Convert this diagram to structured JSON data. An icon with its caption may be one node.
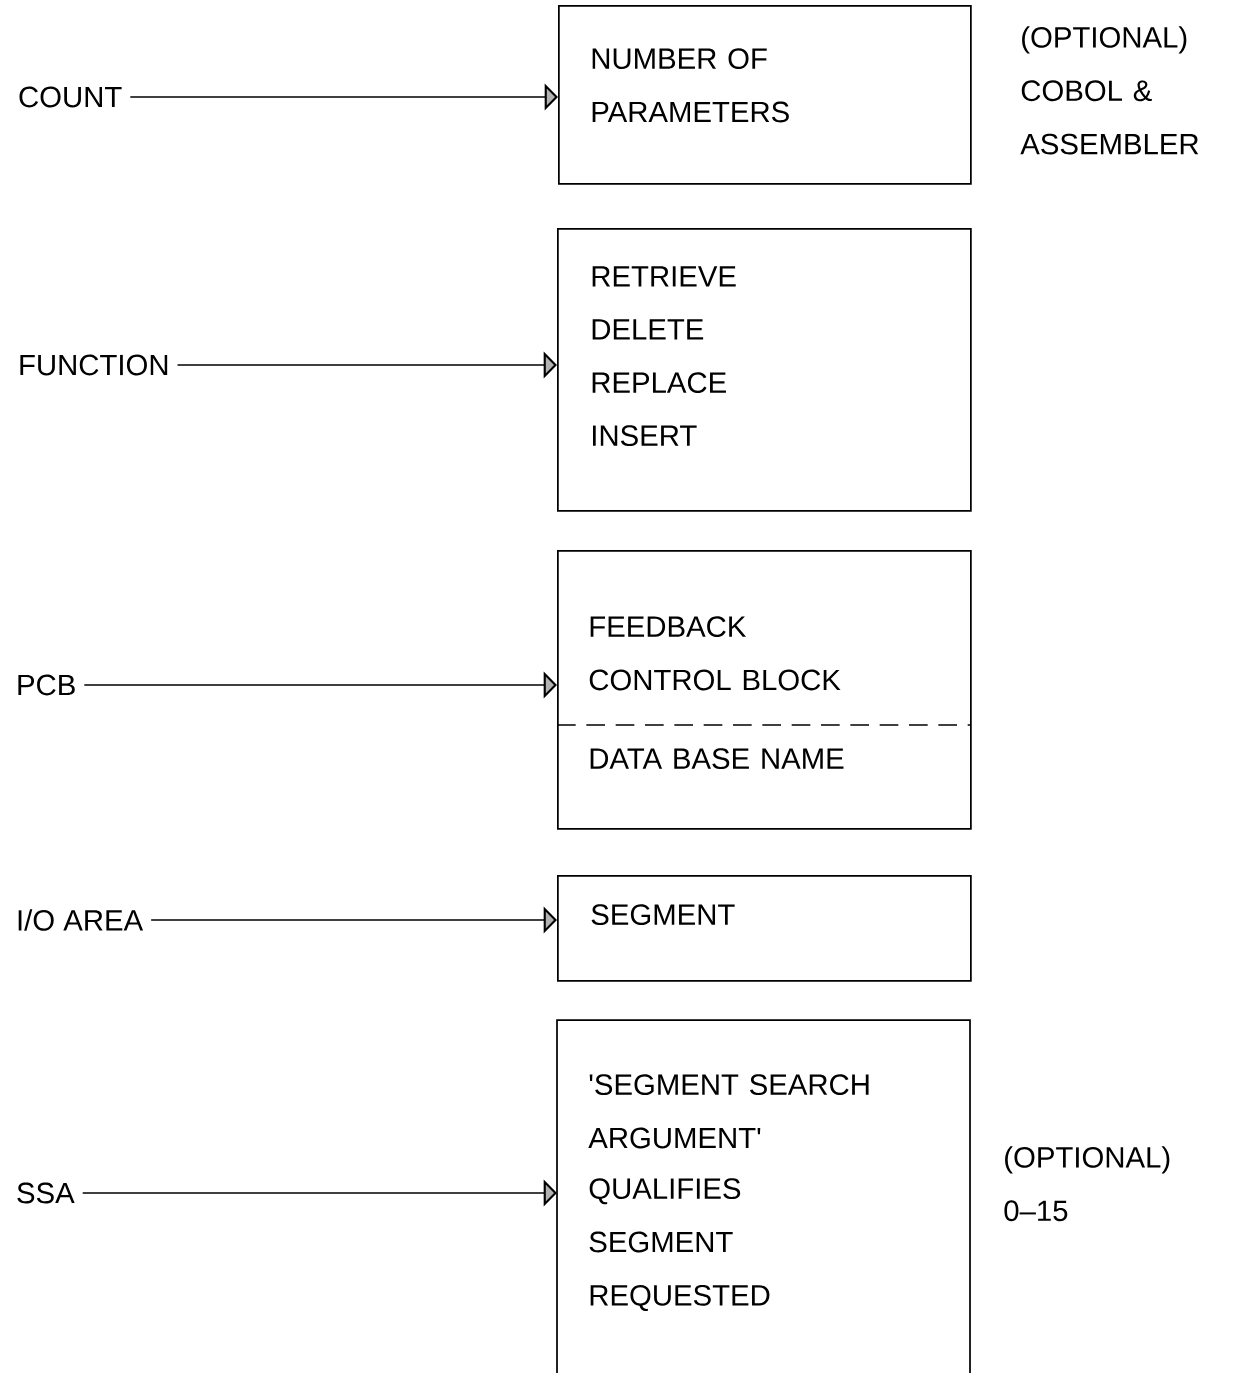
{
  "diagram": {
    "nodes": [
      {
        "text": [
          "COUNT"
        ]
      },
      {
        "text": [
          "NUMBER OF PARAMETERS"
        ],
        "beside": [
          "(OPTIONAL) COBOL & ASSEMBLER"
        ]
      },
      {
        "text": [
          "FUNCTION"
        ]
      },
      {
        "text": [
          "RETRIEVE",
          "DELETE",
          "REPLACE",
          "INSERT"
        ]
      },
      {
        "text": [
          "PCB"
        ]
      },
      {
        "text": [
          "FEEDBACK CONTROL BLOCK",
          "DATA BASE NAME"
        ]
      },
      {
        "text": [
          "I/O AREA"
        ]
      },
      {
        "text": [
          "SEGMENT"
        ]
      },
      {
        "text": [
          "SSA"
        ]
      },
      {
        "text": [
          "'SEGMENT SEARCH ARGUMENT'",
          "QUALIFIES SEGMENT REQUESTED"
        ],
        "beside": [
          "(OPTIONAL) 0–15"
        ]
      }
    ],
    "edges": [
      {
        "from": 0,
        "to": 1,
        "arrow": "to"
      },
      {
        "from": 2,
        "to": 3,
        "arrow": "to"
      },
      {
        "from": 4,
        "to": 5,
        "arrow": "to"
      },
      {
        "from": 6,
        "to": 7,
        "arrow": "to"
      },
      {
        "from": 8,
        "to": 9,
        "arrow": "to"
      }
    ]
  }
}
